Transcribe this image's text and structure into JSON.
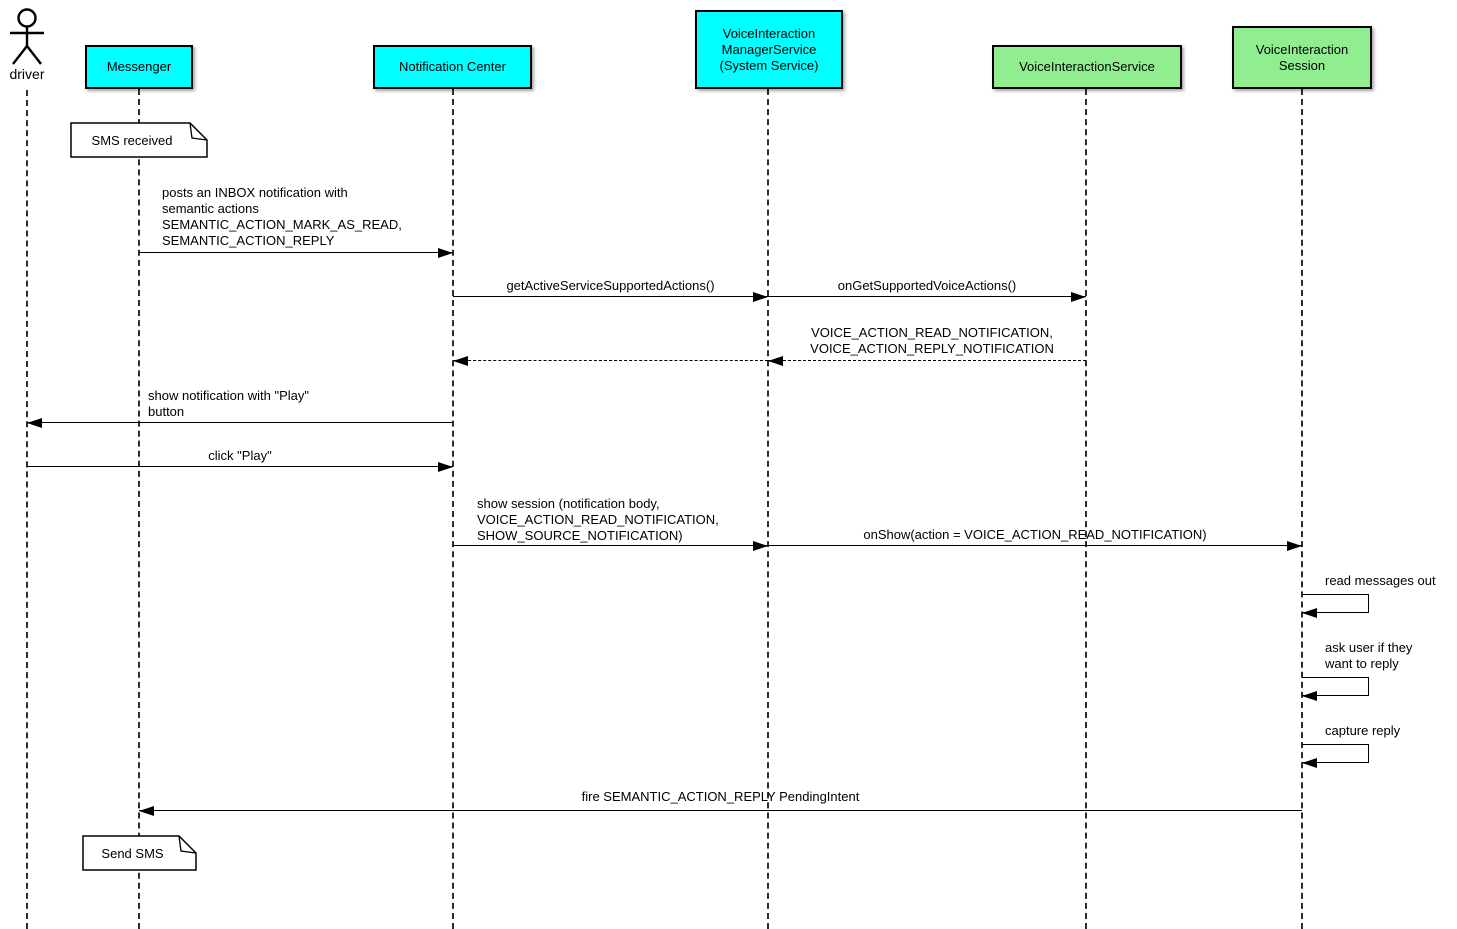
{
  "diagram_type": "uml-sequence",
  "colors": {
    "participant_cyan": "#00FFFF",
    "participant_green": "#90EE90",
    "line": "#000000",
    "background": "#FFFFFF"
  },
  "actor": {
    "name": "driver"
  },
  "participants": [
    {
      "id": "messenger",
      "label": "Messenger",
      "color": "#00FFFF"
    },
    {
      "id": "notification-center",
      "label": "Notification Center",
      "color": "#00FFFF"
    },
    {
      "id": "voice-interaction-manager-service",
      "label": "VoiceInteraction\nManagerService\n(System Service)",
      "color": "#00FFFF"
    },
    {
      "id": "voice-interaction-service",
      "label": "VoiceInteractionService",
      "color": "#90EE90"
    },
    {
      "id": "voice-interaction-session",
      "label": "VoiceInteraction\nSession",
      "color": "#90EE90"
    }
  ],
  "notes": [
    {
      "text": "SMS received",
      "anchor": "Messenger"
    },
    {
      "text": "Send SMS",
      "anchor": "Messenger"
    }
  ],
  "messages": [
    {
      "from": "Messenger",
      "to": "Notification Center",
      "type": "solid",
      "label": "posts an INBOX notification with\nsemantic actions\nSEMANTIC_ACTION_MARK_AS_READ,\nSEMANTIC_ACTION_REPLY"
    },
    {
      "from": "Notification Center",
      "to": "VoiceInteraction ManagerService",
      "type": "solid",
      "label": "getActiveServiceSupportedActions()"
    },
    {
      "from": "VoiceInteraction ManagerService",
      "to": "VoiceInteractionService",
      "type": "solid",
      "label": "onGetSupportedVoiceActions()"
    },
    {
      "from": "VoiceInteractionService",
      "to": "VoiceInteraction ManagerService",
      "type": "dashed-return",
      "label": "VOICE_ACTION_READ_NOTIFICATION,\nVOICE_ACTION_REPLY_NOTIFICATION"
    },
    {
      "from": "VoiceInteraction ManagerService",
      "to": "Notification Center",
      "type": "dashed-return",
      "label": ""
    },
    {
      "from": "Notification Center",
      "to": "driver",
      "type": "solid",
      "label": "show notification with \"Play\"\nbutton"
    },
    {
      "from": "driver",
      "to": "Notification Center",
      "type": "solid",
      "label": "click \"Play\""
    },
    {
      "from": "Notification Center",
      "to": "VoiceInteraction ManagerService",
      "type": "solid",
      "label": "show session (notification body,\nVOICE_ACTION_READ_NOTIFICATION,\nSHOW_SOURCE_NOTIFICATION)"
    },
    {
      "from": "VoiceInteraction ManagerService",
      "to": "VoiceInteraction Session",
      "type": "solid",
      "label": "onShow(action = VOICE_ACTION_READ_NOTIFICATION)"
    },
    {
      "from": "VoiceInteraction Session",
      "to": "VoiceInteraction Session",
      "type": "self",
      "label": "read messages out"
    },
    {
      "from": "VoiceInteraction Session",
      "to": "VoiceInteraction Session",
      "type": "self",
      "label": "ask user if they\nwant to reply"
    },
    {
      "from": "VoiceInteraction Session",
      "to": "VoiceInteraction Session",
      "type": "self",
      "label": "capture reply"
    },
    {
      "from": "VoiceInteraction Session",
      "to": "Messenger",
      "type": "solid",
      "label": "fire SEMANTIC_ACTION_REPLY PendingIntent"
    }
  ]
}
